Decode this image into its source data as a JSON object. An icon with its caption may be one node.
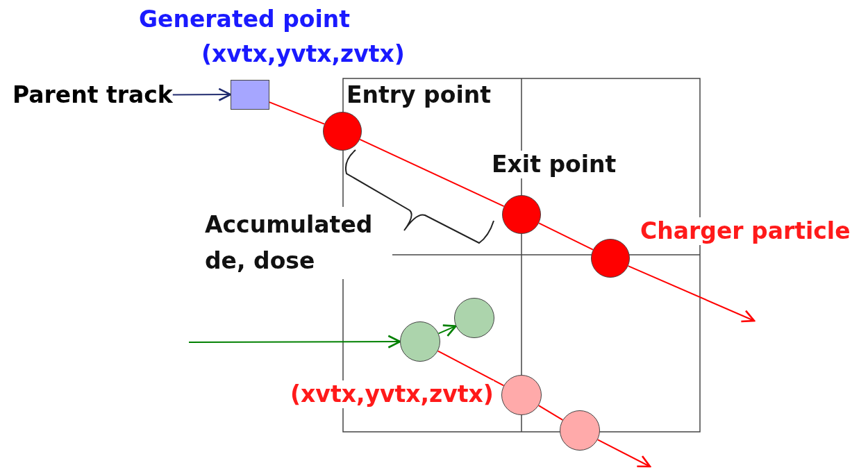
{
  "diagram": {
    "nodes": [
      {
        "text": [
          "Parent track"
        ]
      },
      {
        "text": [],
        "shape": "box"
      },
      {
        "text": [],
        "shape": "circle"
      },
      {
        "text": [],
        "shape": "circle"
      },
      {
        "text": [],
        "shape": "circle"
      },
      {
        "text": [],
        "shape": "circle"
      },
      {
        "text": [],
        "shape": "circle"
      },
      {
        "text": [],
        "shape": "circle"
      },
      {
        "text": [],
        "shape": "circle"
      }
    ],
    "edges": [
      {
        "from": 0,
        "to": 1,
        "arrow": "to",
        "color": "#1f2a6e"
      },
      {
        "from": 1,
        "to": 2,
        "arrow": "none"
      },
      {
        "from": 2,
        "to": 3,
        "arrow": "none"
      },
      {
        "from": 3,
        "to": 4,
        "arrow": "none"
      },
      {
        "from": 4,
        "to": null,
        "arrow": "to"
      },
      {
        "from": null,
        "to": 5,
        "arrow": "to",
        "color": "#008000"
      },
      {
        "from": 5,
        "to": 6,
        "arrow": "to",
        "color": "#008000"
      },
      {
        "from": 5,
        "to": 7,
        "arrow": "none"
      },
      {
        "from": 7,
        "to": 8,
        "arrow": "none"
      },
      {
        "from": 8,
        "to": null,
        "arrow": "to"
      }
    ],
    "labels": [
      "Generated point",
      "(xvtx,yvtx,zvtx)",
      "Entry point",
      "Exit point",
      "Accumulated de, dose",
      "Charger particle",
      "(xvtx,yvtx,zvtx)"
    ]
  }
}
